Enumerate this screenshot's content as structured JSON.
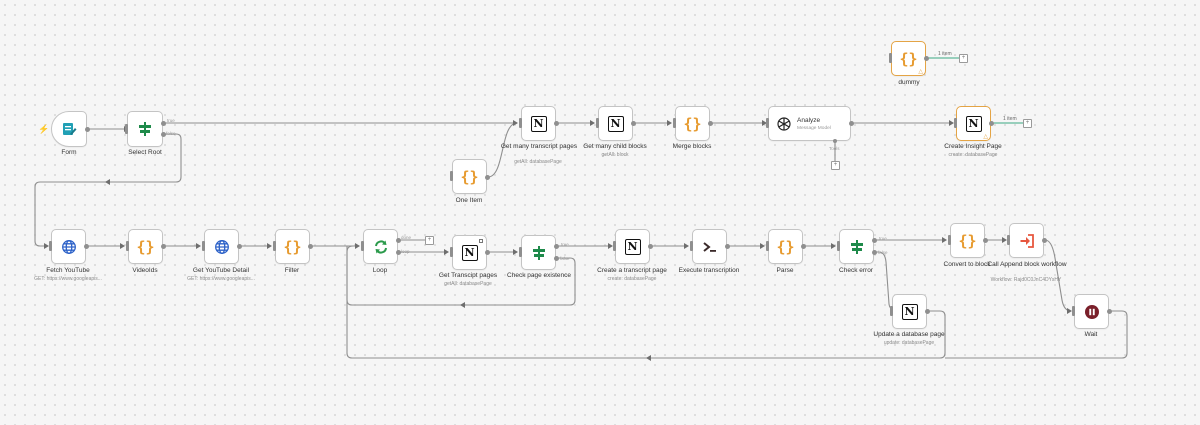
{
  "colors": {
    "edge": "#8f8f8f",
    "edge_dark": "#6e6e6e",
    "success_edge": "#3aa881",
    "braces": "#e79b30",
    "if_green": "#1e8a4a",
    "globe_blue": "#2d62c8",
    "form_teal": "#21a0b5",
    "loop_green": "#2b9a4b",
    "exec_dark": "#3b2a2a",
    "wait_maroon": "#7a1f2a",
    "exec_workflow_red": "#e7573f",
    "warning": "#e4a445"
  },
  "nodes": {
    "dummy": {
      "label": "dummy",
      "icon": "braces-icon",
      "items": "1 item"
    },
    "form": {
      "label": "Form",
      "icon": "form-icon"
    },
    "select_root": {
      "label": "Select Root",
      "icon": "if-icon",
      "out_true": "true",
      "out_false": "false"
    },
    "one_item": {
      "label": "One Item",
      "icon": "braces-icon"
    },
    "get_many_transcript_pages": {
      "label": "Get many transcript pages",
      "sub": "getAll: databasePage",
      "icon": "notion-icon"
    },
    "get_many_child_blocks": {
      "label": "Get many child blocks",
      "sub": "getAll: block",
      "icon": "notion-icon"
    },
    "merge_blocks": {
      "label": "Merge blocks",
      "icon": "braces-icon"
    },
    "analyze": {
      "title": "Analyze",
      "sub": "Message Model",
      "tools": "Tools",
      "icon": "openai-icon"
    },
    "create_insight_page": {
      "label": "Create Insight Page",
      "sub": "create: databasePage",
      "icon": "notion-icon",
      "items": "1 item"
    },
    "fetch_youtube": {
      "label": "Fetch YouTube",
      "sub": "GET: https://www.googleapis...",
      "icon": "globe-icon"
    },
    "videoids": {
      "label": "VideoIds",
      "icon": "braces-icon"
    },
    "get_youtube_detail": {
      "label": "Get YouTube Detail",
      "sub": "GET: https://www.googleapis...",
      "icon": "globe-icon"
    },
    "filter": {
      "label": "Filter",
      "icon": "braces-icon"
    },
    "loop": {
      "label": "Loop",
      "icon": "loop-icon",
      "out_done": "done",
      "out_loop": "loop"
    },
    "get_transcript_pages": {
      "label": "Get Transcipt pages",
      "sub": "getAll: databasePage",
      "icon": "notion-icon"
    },
    "check_page_existence": {
      "label": "Check page existence",
      "icon": "if-icon",
      "out_true": "true",
      "out_false": "false"
    },
    "create_transcript_page": {
      "label": "Create a transcript page",
      "sub": "create: databasePage",
      "icon": "notion-icon"
    },
    "execute_transcription": {
      "label": "Execute transcription",
      "icon": "terminal-icon"
    },
    "parse": {
      "label": "Parse",
      "icon": "braces-icon"
    },
    "check_error": {
      "label": "Check error",
      "icon": "if-icon",
      "out_true": "true",
      "out_false": "false"
    },
    "update_database_page": {
      "label": "Update a database page",
      "sub": "update: databasePage",
      "icon": "notion-icon"
    },
    "convert_to_block": {
      "label": "Convert to block",
      "icon": "braces-icon"
    },
    "call_append_block_workflow": {
      "label": "Call Append block workflow",
      "sub": "Workflow: Rajd0C0JnC4DYsHY",
      "icon": "execute-workflow-icon"
    },
    "wait": {
      "label": "Wait",
      "icon": "pause-icon"
    }
  }
}
